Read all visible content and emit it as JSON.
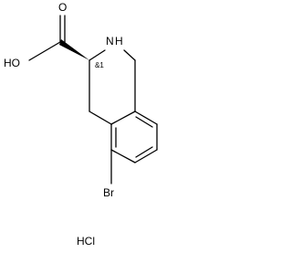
{
  "molecule": {
    "atoms": {
      "hydroxyl": "HO",
      "carbonyl_oxygen": "O",
      "amine": "N",
      "amine_hydrogen": "H",
      "bromine": "Br"
    },
    "stereo_descriptor": "&1",
    "salt": "HCl"
  }
}
